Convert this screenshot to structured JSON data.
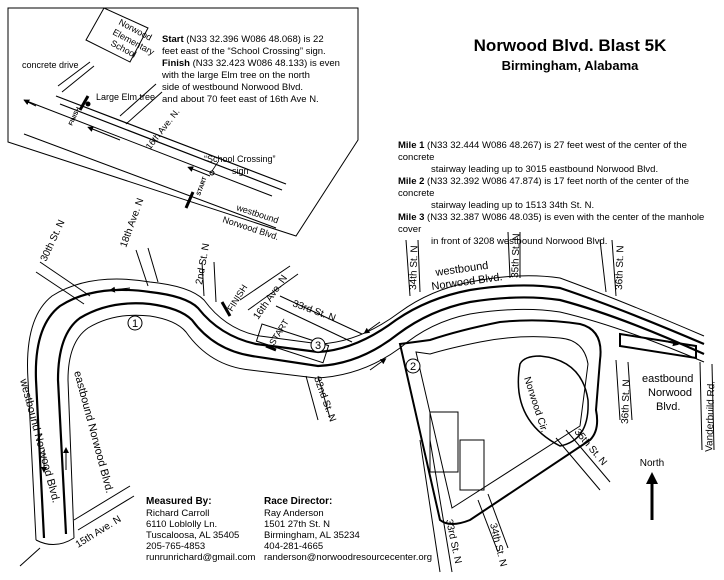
{
  "title": "Norwood Blvd. Blast 5K",
  "subtitle": "Birmingham, Alabama",
  "inset": {
    "start_label": "Start",
    "start_text": "(N33 32.396  W086 48.068) is 22",
    "start_text2": "feet east of the “School Crossing” sign.",
    "finish_label": "Finish",
    "finish_text": "(N33 32.423  W086 48.133) is even",
    "finish_text2": "with the large Elm tree on the north",
    "finish_text3": "side of westbound Norwood Blvd.",
    "finish_text4": "and about 70 feet east of 16th Ave N.",
    "school_line1": "Norwood",
    "school_line2": "Elementary",
    "school_line3": "School",
    "concrete_drive": "concrete drive",
    "elm_tree": "Large Elm tree",
    "finish_mark": "FINISH",
    "start_mark": "START",
    "street_16th": "16th Ave. N.",
    "school_crossing_1": "“School Crossing”",
    "school_crossing_2": "sign",
    "westbound_1": "westbound",
    "westbound_2": "Norwood Blvd."
  },
  "miles": {
    "mile1_label": "Mile 1",
    "mile1_a": "(N33 32.444  W086 48.267) is 27 feet west of the center of the concrete",
    "mile1_b": "stairway leading up to 3015 eastbound Norwood Blvd.",
    "mile2_label": "Mile 2",
    "mile2_a": "(N33 32.392  W086 47.874) is 17 feet north of the center of the concrete",
    "mile2_b": "stairway leading up to 1513 34th St. N.",
    "mile3_label": "Mile 3",
    "mile3_a": "(N33 32.387  W086 48.035) is even with the center of the manhole cover",
    "mile3_b": "in front of 3208 westbound Norwood Blvd."
  },
  "map": {
    "street_30th": "30th St. N",
    "street_18th": "18th Ave. N",
    "street_2nd": "2nd St. N",
    "street_16th": "16th Ave. N",
    "street_33rd_top": "33rd St. N",
    "street_34th_top": "34th St. N",
    "street_35th_top": "35th St. N",
    "street_36th_top": "36th St. N",
    "street_32nd": "32nd St. N",
    "street_33rd_bottom": "33rd St. N",
    "street_34th_bottom": "34th St. N",
    "street_35th_bottom": "35th St. N",
    "street_36th_bottom": "36th St. N",
    "street_15th": "15th Ave. N",
    "vanderbuild": "Vanderbuild Rd.",
    "norwood_cir": "Norwood Cir.",
    "finish": "FINISH",
    "start": "START",
    "westbound_1": "westbound",
    "westbound_2": "Norwood Blvd.",
    "eastbound_1": "eastbound",
    "eastbound_2": "Norwood",
    "eastbound_3": "Blvd.",
    "eastbound_left": "eastbound Norwood Blvd.",
    "westbound_left": "westbound Norwood Blvd.",
    "mile1": "1",
    "mile2": "2",
    "mile3": "3",
    "north": "North"
  },
  "measured": {
    "heading": "Measured By:",
    "name": "Richard Carroll",
    "addr1": "6110 Loblolly Ln.",
    "addr2": "Tuscaloosa, AL 35405",
    "phone": "205-765-4853",
    "email": "runrunrichard@gmail.com"
  },
  "director": {
    "heading": "Race Director:",
    "name": "Ray Anderson",
    "addr1": "1501 27th St. N",
    "addr2": "Birmingham, AL 35234",
    "phone": "404-281-4665",
    "email": "randerson@norwoodresourcecenter.org"
  }
}
